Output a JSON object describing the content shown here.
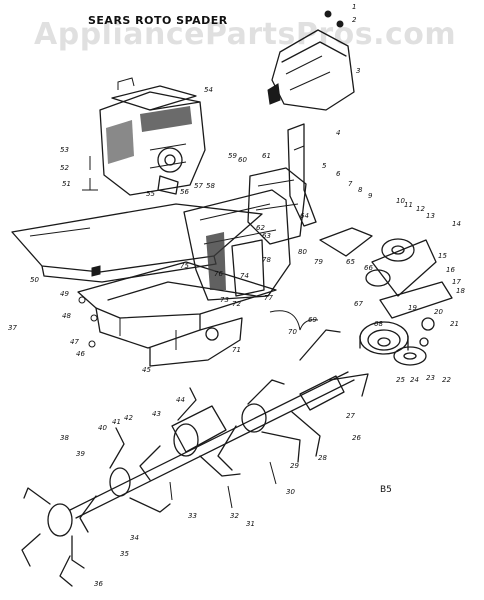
{
  "title": "SEARS ROTO SPADER",
  "watermark": "AppliancePartsPros.com",
  "page_code": "B5",
  "callouts": [
    "1",
    "2",
    "3",
    "4",
    "5",
    "6",
    "7",
    "8",
    "9",
    "10",
    "11",
    "12",
    "13",
    "14",
    "15",
    "16",
    "17",
    "18",
    "19",
    "20",
    "21",
    "22",
    "23",
    "24",
    "25",
    "26",
    "27",
    "28",
    "29",
    "30",
    "31",
    "32",
    "33",
    "34",
    "35",
    "36",
    "37",
    "38",
    "39",
    "40",
    "41",
    "42",
    "43",
    "44",
    "45",
    "46",
    "47",
    "48",
    "49",
    "50",
    "51",
    "52",
    "53",
    "54",
    "55",
    "56",
    "57",
    "58",
    "59",
    "60",
    "61",
    "62",
    "63",
    "64",
    "65",
    "66",
    "67",
    "68",
    "69",
    "70",
    "71",
    "72",
    "73",
    "74",
    "75",
    "76",
    "77",
    "78",
    "79",
    "80"
  ]
}
